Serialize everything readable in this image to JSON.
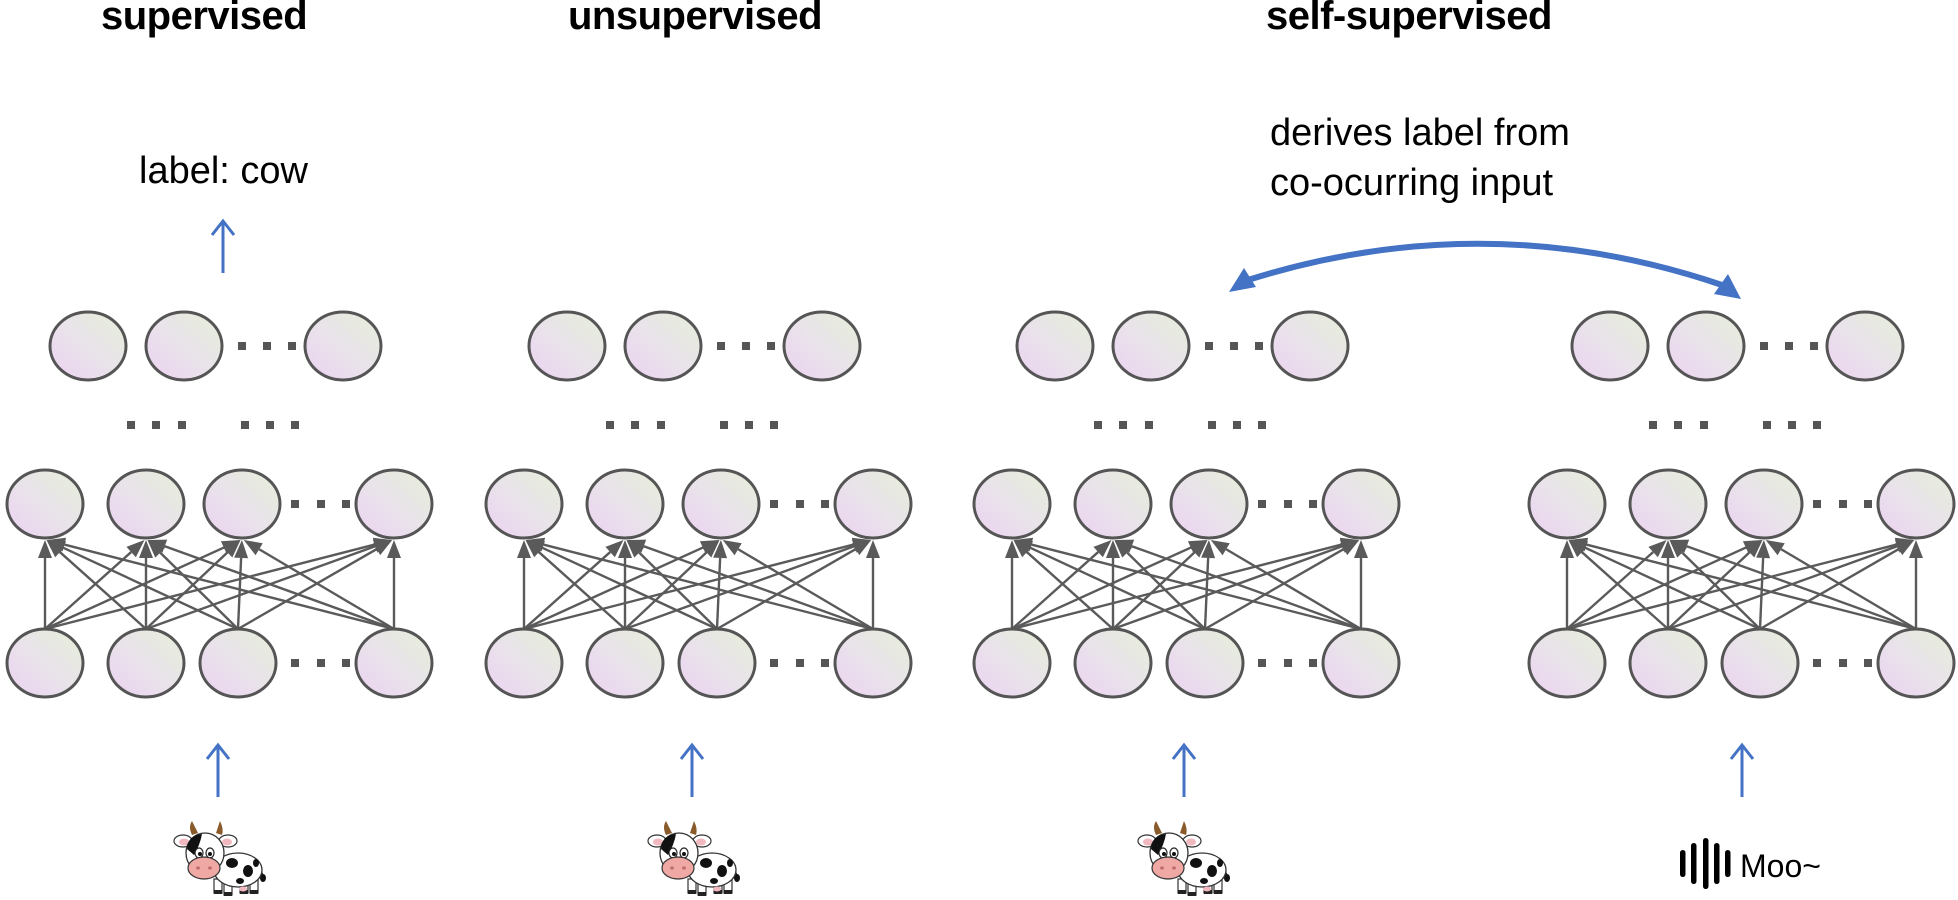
{
  "headings": {
    "supervised": "supervised",
    "unsupervised": "unsupervised",
    "self_supervised": "self-supervised"
  },
  "supervised_output_label": "label: cow",
  "self_supervised_annotation": {
    "line1": "derives label from",
    "line2": "co-ocurring input"
  },
  "inputs": {
    "panel1": "cow-image",
    "panel2": "cow-image",
    "panel3": "cow-image",
    "panel4": "sound-wave-icon"
  },
  "audio_input_text": "Moo~",
  "colors": {
    "arrow_blue": "#4472c4",
    "node_stroke": "#555555",
    "node_fill_top": "#e8eedb",
    "node_fill_bottom": "#ecd4f0",
    "edge": "#5a5a5a"
  },
  "network": {
    "top_layer_nodes": 3,
    "hidden_layer_nodes": 4,
    "input_layer_nodes": 4,
    "ellipsis": "..."
  }
}
